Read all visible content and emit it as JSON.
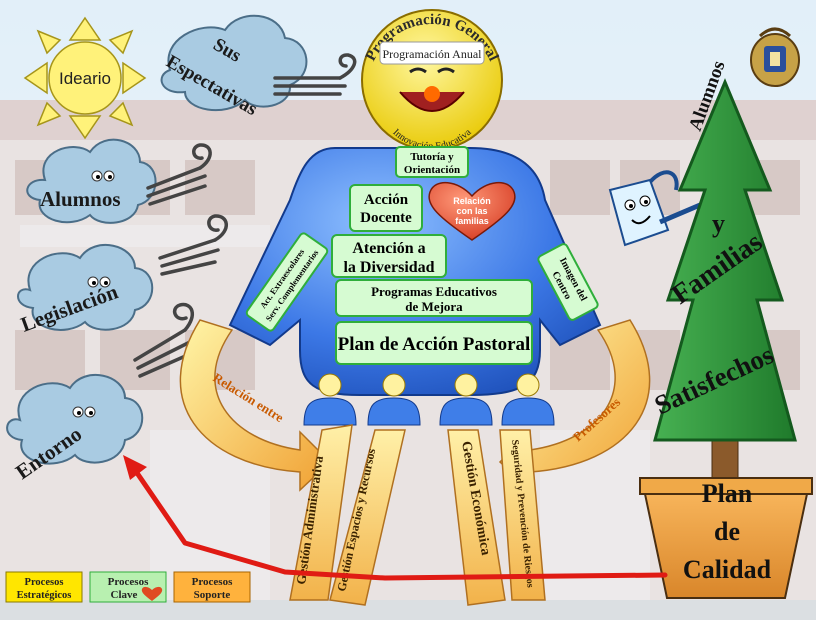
{
  "sun": {
    "label": "Ideario"
  },
  "clouds": {
    "expectations": [
      "Sus",
      "Espectativas"
    ],
    "students": "Alumnos",
    "legislation": "Legislación",
    "environment": "Entorno"
  },
  "smiley": {
    "top_arc": "Programación General",
    "middle": "Programación Anual",
    "bottom_arc": "Innovación Educativa"
  },
  "body": {
    "tutoria": [
      "Tutoría y",
      "Orientación"
    ],
    "accion_docente": [
      "Acción",
      "Docente"
    ],
    "heart": [
      "Relación",
      "con las",
      "familias"
    ],
    "atencion": [
      "Atención a",
      "la Diversidad"
    ],
    "programas": [
      "Programas Educativos",
      "de Mejora"
    ],
    "pastoral": "Plan de Acción Pastoral",
    "left_arm": [
      "Act. Extraescolares",
      "Serv. Complementarios"
    ],
    "right_arm": [
      "Imagen del",
      "Centro"
    ]
  },
  "arrows": {
    "left": "Relación entre",
    "right": "Profesores"
  },
  "legs": {
    "admin": "Gestión Administrativa",
    "espacios": "Gestión Espacios y Recursos",
    "economica": "Gestión Económica",
    "seguridad": "Seguridad y Prevención de Riesgos"
  },
  "tree": {
    "words": [
      "Alumnos",
      "y",
      "Familias",
      "Satisfechos"
    ]
  },
  "pot": {
    "lines": [
      "Plan",
      "de",
      "Calidad"
    ]
  },
  "legend": {
    "estrategicos": [
      "Procesos",
      "Estratégicos"
    ],
    "clave": [
      "Procesos",
      "Clave"
    ],
    "soporte": [
      "Procesos",
      "Soporte"
    ]
  },
  "colors": {
    "sun": "#fff27a",
    "cloud": "#a9cbe2",
    "body_blue": "#2f69d8",
    "label_green": "#2fae3b",
    "tree_green": "#2e8b3a",
    "pot_orange": "#e9a13b",
    "arrow_red": "#e01b14",
    "legend_yellow": "#ffe600",
    "legend_green": "#b8f0b0",
    "legend_orange": "#ffb23d"
  }
}
